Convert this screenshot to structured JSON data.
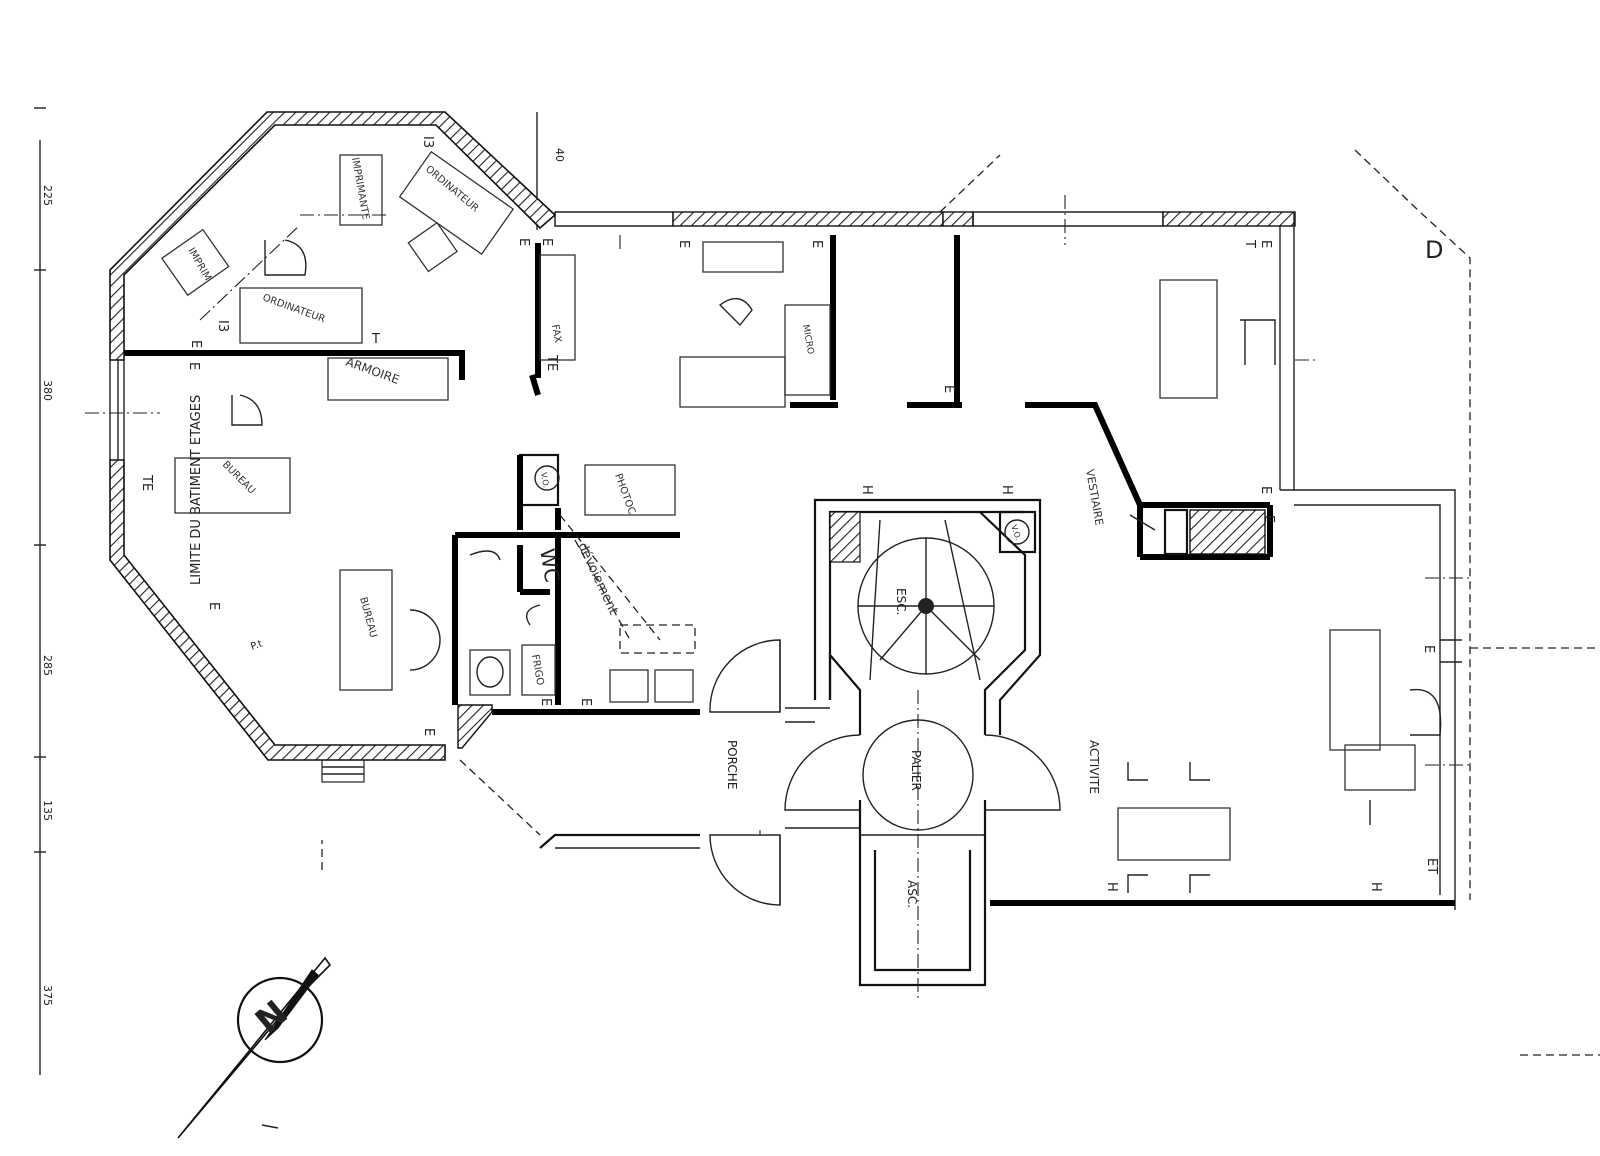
{
  "labels": {
    "imprimante_top": "IMPRIMANTE",
    "ordinateur_top": "ORDINATEUR",
    "imprim": "IMPRIM",
    "ordinateur_mid": "ORDINATEUR",
    "armoire": "ARMOIRE",
    "limite": "LIMITE DU BATIMENT ETAGES",
    "bureau_1": "BUREAU",
    "bureau_2": "BUREAU",
    "fax": "FAX",
    "micro": "MICRO",
    "vo_1": "V.O.",
    "vo_2": "V.O.",
    "photoc": "PHOTOC",
    "wc": "WC",
    "devoiement": "dévoiement",
    "frigo": "FRIGO",
    "porche": "PORCHE",
    "esc": "ESC.",
    "palier": "PALIER",
    "asc": "ASC.",
    "activite": "ACTIVITE",
    "vestiaire": "VESTIAIRE",
    "d": "D"
  },
  "marks": {
    "e": "E",
    "t": "T",
    "te": "TE",
    "et": "ET",
    "h": "H",
    "i3": "I3",
    "pt": "P.t"
  },
  "dimensions": {
    "d225": "225",
    "d380": "380",
    "d285": "285",
    "d135": "135",
    "d375": "375",
    "d40": "40"
  },
  "compass": {
    "north": "N"
  }
}
